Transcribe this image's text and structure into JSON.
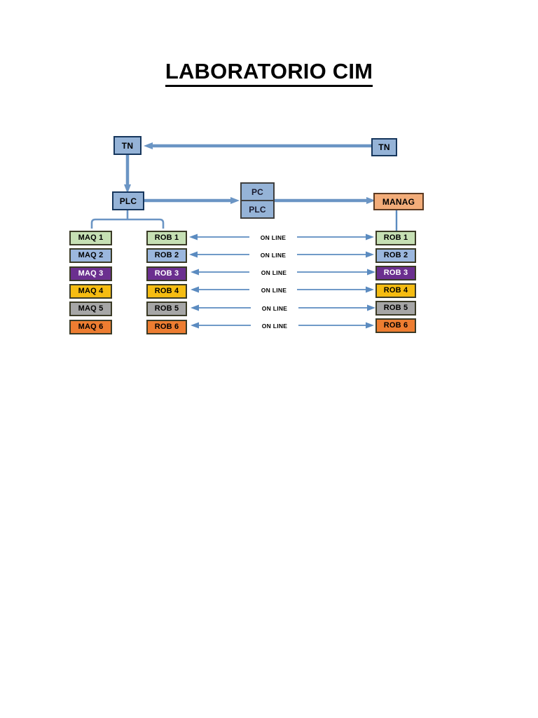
{
  "document": {
    "title": "LABORATORIO CIM"
  },
  "diagram": {
    "nodes": {
      "tn_left": {
        "label": "TN",
        "color": "#95b3d7"
      },
      "tn_right": {
        "label": "TN",
        "color": "#95b3d7"
      },
      "plc": {
        "label": "PLC",
        "color": "#95b3d7"
      },
      "pc_plc": {
        "top_label": "PC",
        "bottom_label": "PLC",
        "color": "#95b3d7"
      },
      "manag": {
        "label": "MANAG",
        "color": "#f2ac79"
      }
    },
    "machine_column": [
      {
        "label": "MAQ 1",
        "fill": "#c6e0b4",
        "text": "#000000"
      },
      {
        "label": "MAQ 2",
        "fill": "#9bb7de",
        "text": "#000000"
      },
      {
        "label": "MAQ 3",
        "fill": "#6b2f8f",
        "text": "#ffffff"
      },
      {
        "label": "MAQ 4",
        "fill": "#f5bc12",
        "text": "#000000"
      },
      {
        "label": "MAQ 5",
        "fill": "#a6a6a6",
        "text": "#000000"
      },
      {
        "label": "MAQ 6",
        "fill": "#ed7d31",
        "text": "#000000"
      }
    ],
    "robot_column_left": [
      {
        "label": "ROB 1",
        "fill": "#c6e0b4",
        "text": "#000000"
      },
      {
        "label": "ROB 2",
        "fill": "#9bb7de",
        "text": "#000000"
      },
      {
        "label": "ROB 3",
        "fill": "#6b2f8f",
        "text": "#ffffff"
      },
      {
        "label": "ROB 4",
        "fill": "#f5bc12",
        "text": "#000000"
      },
      {
        "label": "ROB 5",
        "fill": "#a6a6a6",
        "text": "#000000"
      },
      {
        "label": "ROB 6",
        "fill": "#ed7d31",
        "text": "#000000"
      }
    ],
    "robot_column_right": [
      {
        "label": "ROB 1",
        "fill": "#c6e0b4",
        "text": "#000000"
      },
      {
        "label": "ROB 2",
        "fill": "#9bb7de",
        "text": "#000000"
      },
      {
        "label": "ROB 3",
        "fill": "#6b2f8f",
        "text": "#ffffff"
      },
      {
        "label": "ROB 4",
        "fill": "#f5bc12",
        "text": "#000000"
      },
      {
        "label": "ROB 5",
        "fill": "#a6a6a6",
        "text": "#000000"
      },
      {
        "label": "ROB 6",
        "fill": "#ed7d31",
        "text": "#000000"
      }
    ],
    "link_labels": [
      "ON LINE",
      "ON LINE",
      "ON LINE",
      "ON LINE",
      "ON LINE",
      "ON LINE"
    ],
    "colors": {
      "arrow": "#5b8bc0",
      "thick_arrow": "#6b95c4",
      "node_border_blue": "#16365c",
      "node_border_dark": "#3a3a26",
      "title_text": "#000000",
      "background": "#ffffff"
    }
  }
}
